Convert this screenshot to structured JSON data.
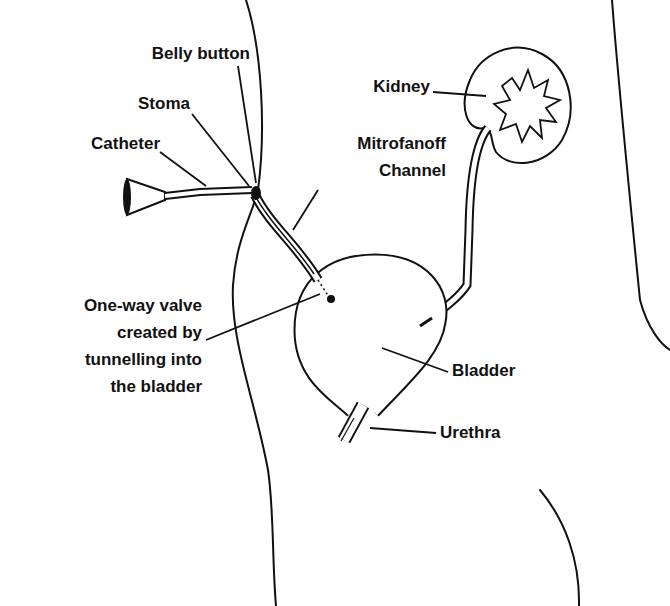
{
  "diagram": {
    "labels": [
      "Belly button",
      "Stoma",
      "Kidney",
      "Catheter",
      "Mitrofanoff Channel",
      "One-way valve created by tunnelling into the bladder",
      "Bladder",
      "Urethra"
    ]
  }
}
